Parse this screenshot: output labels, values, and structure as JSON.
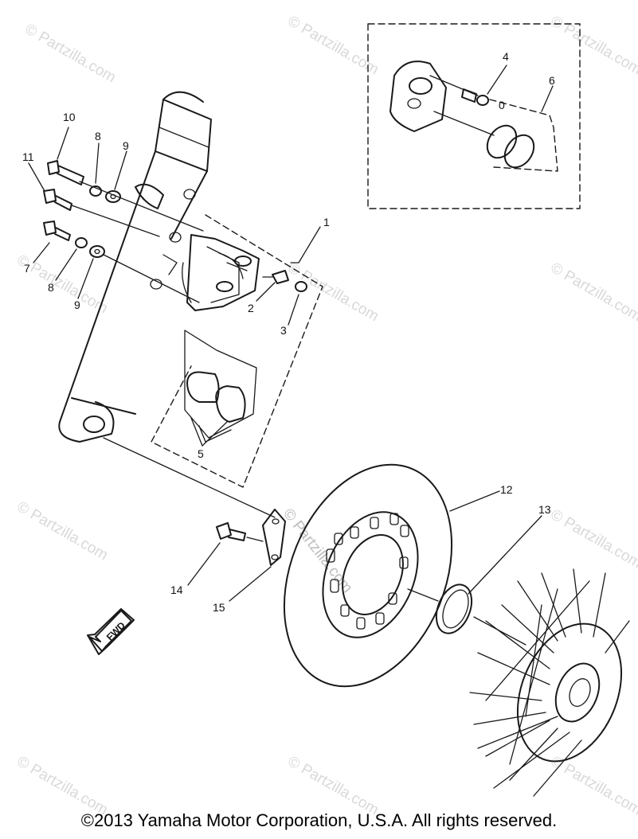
{
  "watermark": "© Partzilla.com",
  "copyright": "©2013 Yamaha Motor Corporation, U.S.A. All rights reserved.",
  "forward_label": "FWD",
  "callouts": {
    "c1": "1",
    "c2": "2",
    "c3": "3",
    "c4": "4",
    "c5": "5",
    "c6": "6",
    "c7": "7",
    "c8a": "8",
    "c8b": "8",
    "c9a": "9",
    "c9b": "9",
    "c10": "10",
    "c11": "11",
    "c12": "12",
    "c13": "13",
    "c14": "14",
    "c15": "15"
  },
  "inset_marker": "0"
}
